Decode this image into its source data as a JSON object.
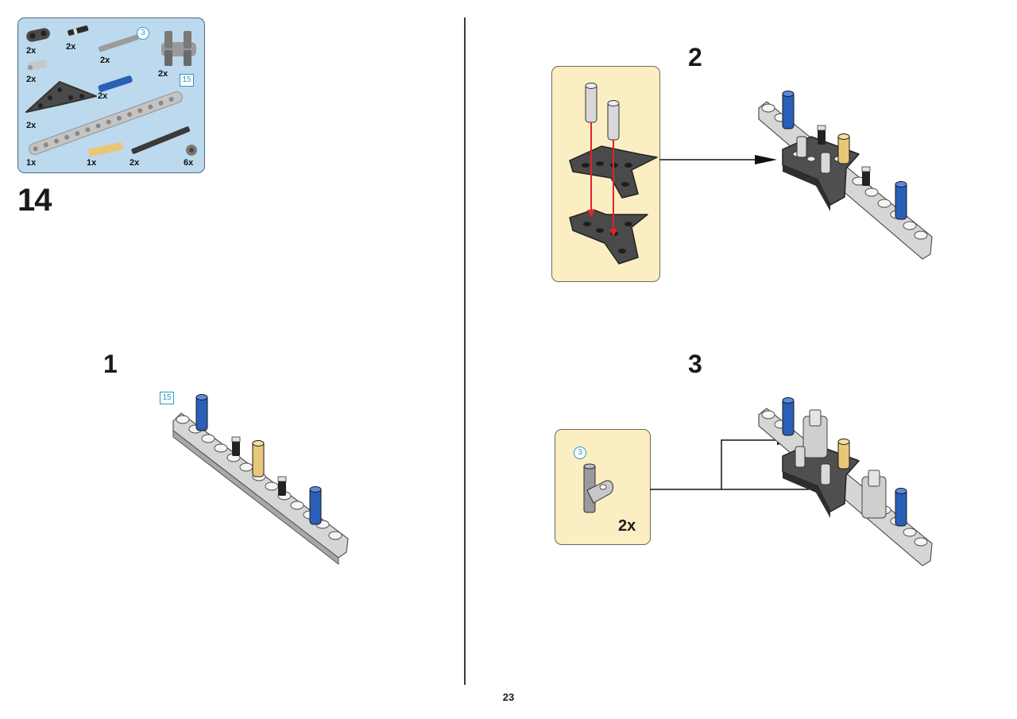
{
  "parts_list": {
    "items": [
      {
        "icon": "liftarm-1x2-thick-icon",
        "qty": "2x"
      },
      {
        "icon": "axle-pin-black-icon",
        "qty": "2x"
      },
      {
        "icon": "axle-5-grey-icon",
        "qty": "2x",
        "ref": "3"
      },
      {
        "icon": "axle-pin-connector-icon",
        "qty": "2x"
      },
      {
        "icon": "pin-light-grey-icon",
        "qty": "2x"
      },
      {
        "icon": "triangle-liftarm-icon",
        "qty": "2x"
      },
      {
        "icon": "pin-blue-long-icon",
        "qty": "2x"
      },
      {
        "icon": "liftarm-15-icon",
        "qty": "1x",
        "ref": "15"
      },
      {
        "icon": "pin-tan-long-icon",
        "qty": "1x"
      },
      {
        "icon": "axle-black-icon",
        "qty": "2x"
      },
      {
        "icon": "bush-icon",
        "qty": "6x"
      }
    ]
  },
  "main_step": "14",
  "step1": {
    "number": "1",
    "ref": "15"
  },
  "step2": {
    "number": "2"
  },
  "step3": {
    "number": "3",
    "ref": "3",
    "qty": "2x"
  },
  "page_number": "23",
  "colors": {
    "parts_bg": "#bcd9ee",
    "callout_bg": "#fbeec2",
    "arrow_red": "#e0242a",
    "pin_blue": "#2a5fb8",
    "pin_tan": "#e8c878",
    "beam_grey": "#cfcfcf",
    "dark_grey": "#3d3d3d",
    "ref_cyan": "#2a9bc2"
  }
}
